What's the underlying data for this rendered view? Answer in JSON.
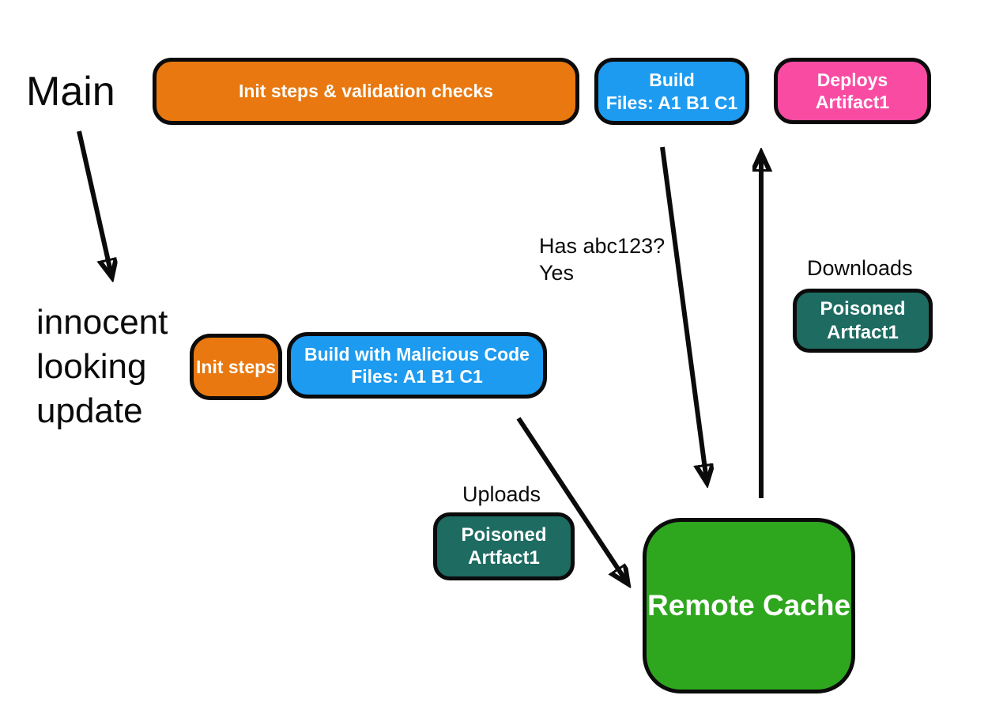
{
  "colors": {
    "orange": "#e8780f",
    "blue": "#1d9bf0",
    "pink": "#fa4ba3",
    "teal": "#1d6b61",
    "green": "#2ea71e",
    "outline": "#0b0b0b",
    "background": "#ffffff",
    "box_text": "#ffffff",
    "label_text": "#0a0a0a"
  },
  "labels": {
    "main": "Main",
    "update_lines": [
      "innocent",
      "looking",
      "update"
    ]
  },
  "annotations": {
    "has_hash_line1": "Has abc123?",
    "has_hash_line2": "Yes",
    "downloads": "Downloads",
    "uploads": "Uploads"
  },
  "nodes": {
    "init_validation": {
      "label": "Init steps & validation checks"
    },
    "build_main": {
      "line1": "Build",
      "line2": "Files: A1 B1 C1"
    },
    "deploys": {
      "line1": "Deploys",
      "line2": "Artifact1"
    },
    "init_steps": {
      "label": "Init steps"
    },
    "build_malicious": {
      "line1": "Build with Malicious Code",
      "line2": "Files: A1 B1 C1"
    },
    "poisoned_download": {
      "line1": "Poisoned",
      "line2": "Artfact1"
    },
    "poisoned_upload": {
      "line1": "Poisoned",
      "line2": "Artfact1"
    },
    "remote_cache": {
      "label": "Remote Cache"
    }
  }
}
